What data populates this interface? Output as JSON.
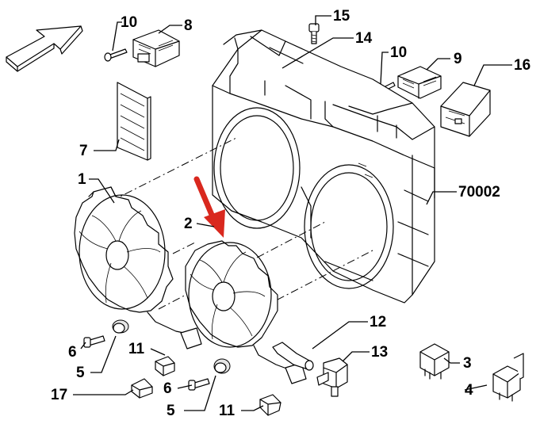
{
  "labels": {
    "l10a": "10",
    "l8": "8",
    "l15": "15",
    "l14": "14",
    "l10b": "10",
    "l9": "9",
    "l16": "16",
    "l7": "7",
    "l1": "1",
    "l70002": "70002",
    "l2": "2",
    "l12": "12",
    "l6a": "6",
    "l11a": "11",
    "l13": "13",
    "l5a": "5",
    "l3": "3",
    "l6b": "6",
    "l17": "17",
    "l4": "4",
    "l5b": "5",
    "l11b": "11"
  },
  "colors": {
    "highlight_arrow": "#d9281e",
    "line": "#000000",
    "background": "#ffffff"
  },
  "icons": {
    "orientation_arrow": "direction-arrow-icon",
    "highlight_arrow": "red-pointer-arrow-icon"
  }
}
